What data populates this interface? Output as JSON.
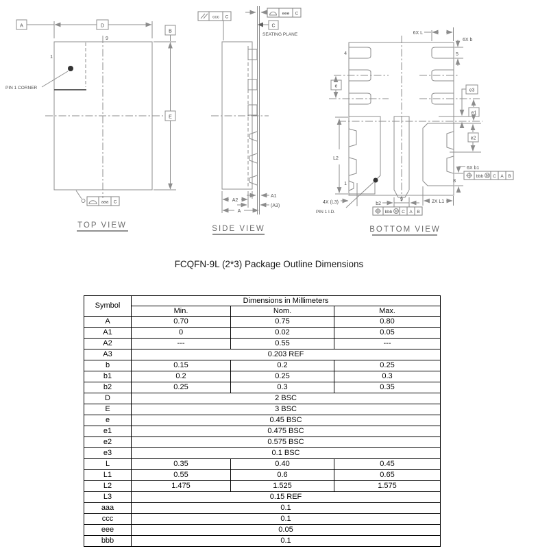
{
  "title": "FCQFN-9L (2*3) Package Outline Dimensions",
  "drawing": {
    "top_view": {
      "label": "TOP VIEW",
      "pin1_note": "PIN 1 CORNER",
      "num_1": "1",
      "num_9": "9",
      "datum_a": "A",
      "datum_b": "B",
      "dim_d": "D",
      "dim_e": "E"
    },
    "side_view": {
      "label": "SIDE VIEW",
      "seating_plane": "SEATING PLANE",
      "dim_a": "A",
      "dim_a1": "A1",
      "dim_a2": "A2",
      "dim_a3": "(A3)"
    },
    "bottom_view": {
      "label": "BOTTOM VIEW",
      "pin1_note": "PIN 1 I.D.",
      "num_1": "1",
      "num_4": "4",
      "num_5": "5",
      "num_8": "8",
      "num_9": "9",
      "dim_6x_l": "6X L",
      "dim_6x_b": "6X b",
      "dim_6x_b1": "6X b1",
      "dim_e": "e",
      "dim_e1": "e1",
      "dim_e2": "e2",
      "dim_e3": "e3",
      "dim_l2": "L2",
      "dim_b2": "b2",
      "dim_2x_l1": "2X L1",
      "dim_4x_l3": "4X (L3)"
    },
    "fcf": {
      "aaa": "aaa",
      "ccc": "ccc",
      "eee": "eee",
      "bbb": "bbb",
      "datum_a": "A",
      "datum_b": "B",
      "datum_c": "C",
      "mmc": "M"
    }
  },
  "table": {
    "header": {
      "symbol": "Symbol",
      "group": "Dimensions in Millimeters",
      "min": "Min.",
      "nom": "Nom.",
      "max": "Max."
    },
    "rows": [
      {
        "symbol": "A",
        "min": "0.70",
        "nom": "0.75",
        "max": "0.80"
      },
      {
        "symbol": "A1",
        "min": "0",
        "nom": "0.02",
        "max": "0.05"
      },
      {
        "symbol": "A2",
        "min": "---",
        "nom": "0.55",
        "max": "---"
      },
      {
        "symbol": "A3",
        "span": "0.203 REF"
      },
      {
        "symbol": "b",
        "min": "0.15",
        "nom": "0.2",
        "max": "0.25"
      },
      {
        "symbol": "b1",
        "min": "0.2",
        "nom": "0.25",
        "max": "0.3"
      },
      {
        "symbol": "b2",
        "min": "0.25",
        "nom": "0.3",
        "max": "0.35"
      },
      {
        "symbol": "D",
        "span": "2 BSC"
      },
      {
        "symbol": "E",
        "span": "3 BSC"
      },
      {
        "symbol": "e",
        "span": "0.45 BSC"
      },
      {
        "symbol": "e1",
        "span": "0.475 BSC"
      },
      {
        "symbol": "e2",
        "span": "0.575 BSC"
      },
      {
        "symbol": "e3",
        "span": "0.1 BSC"
      },
      {
        "symbol": "L",
        "min": "0.35",
        "nom": "0.40",
        "max": "0.45"
      },
      {
        "symbol": "L1",
        "min": "0.55",
        "nom": "0.6",
        "max": "0.65"
      },
      {
        "symbol": "L2",
        "min": "1.475",
        "nom": "1.525",
        "max": "1.575"
      },
      {
        "symbol": "L3",
        "span": "0.15 REF"
      },
      {
        "symbol": "aaa",
        "span": "0.1"
      },
      {
        "symbol": "ccc",
        "span": "0.1"
      },
      {
        "symbol": "eee",
        "span": "0.05"
      },
      {
        "symbol": "bbb",
        "span": "0.1"
      }
    ]
  }
}
